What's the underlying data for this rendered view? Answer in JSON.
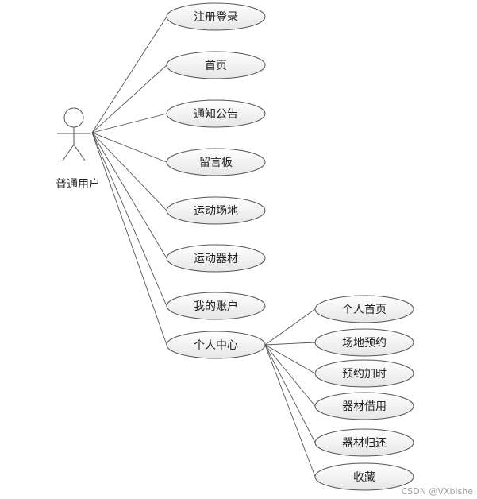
{
  "actor": {
    "label": "普通用户"
  },
  "use_cases": [
    {
      "id": "register-login",
      "label": "注册登录"
    },
    {
      "id": "home",
      "label": "首页"
    },
    {
      "id": "notices",
      "label": "通知公告"
    },
    {
      "id": "message-board",
      "label": "留言板"
    },
    {
      "id": "sports-venues",
      "label": "运动场地"
    },
    {
      "id": "sports-equipment",
      "label": "运动器材"
    },
    {
      "id": "my-account",
      "label": "我的账户"
    },
    {
      "id": "personal-center",
      "label": "个人中心"
    }
  ],
  "sub_use_cases": [
    {
      "id": "personal-home",
      "label": "个人首页"
    },
    {
      "id": "venue-booking",
      "label": "场地预约"
    },
    {
      "id": "booking-overtime",
      "label": "预约加时"
    },
    {
      "id": "equipment-borrow",
      "label": "器材借用"
    },
    {
      "id": "equipment-return",
      "label": "器材归还"
    },
    {
      "id": "favorites",
      "label": "收藏"
    }
  ],
  "watermark": "CSDN @VXbishe"
}
